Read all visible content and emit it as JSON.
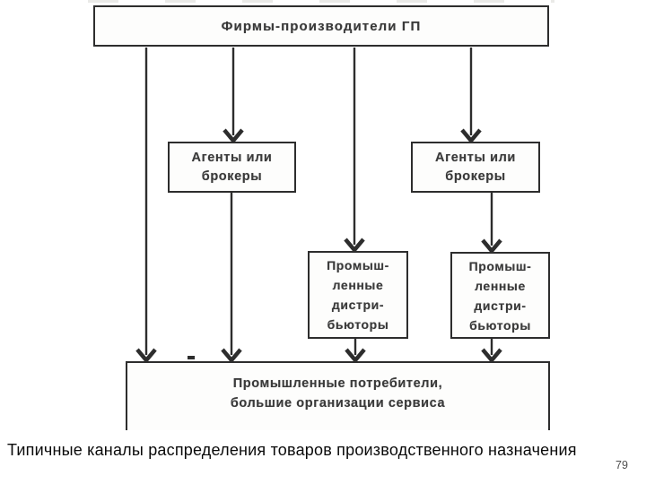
{
  "diagram": {
    "title_node": {
      "label": "Фирмы-производители ГП"
    },
    "agents_left": {
      "lines": [
        "Агенты или",
        "брокеры"
      ]
    },
    "agents_right": {
      "lines": [
        "Агенты или",
        "брокеры"
      ]
    },
    "distributors_left": {
      "lines": [
        "Промыш-",
        "ленные",
        "дистри-",
        "бьюторы"
      ]
    },
    "distributors_right": {
      "lines": [
        "Промыш-",
        "ленные",
        "дистри-",
        "бьюторы"
      ]
    },
    "consumers": {
      "lines": [
        "Промышленные потребители,",
        "большие организации сервиса"
      ]
    },
    "edges": [
      {
        "from": "producers",
        "to": "consumers",
        "note": "direct channel"
      },
      {
        "from": "producers",
        "to": "agents_left"
      },
      {
        "from": "agents_left",
        "to": "consumers"
      },
      {
        "from": "producers",
        "to": "distributors_left"
      },
      {
        "from": "distributors_left",
        "to": "consumers"
      },
      {
        "from": "producers",
        "to": "agents_right"
      },
      {
        "from": "agents_right",
        "to": "distributors_right"
      },
      {
        "from": "distributors_right",
        "to": "consumers"
      }
    ]
  },
  "caption": "Типичные каналы распределения товаров производственного назначения",
  "page_number": "79",
  "colors": {
    "ink": "#2d2d2d",
    "node_text": "#3a3a3a",
    "caption_text": "#0a0a0a",
    "page_number_text": "#4f4f4f",
    "background": "#ffffff"
  }
}
